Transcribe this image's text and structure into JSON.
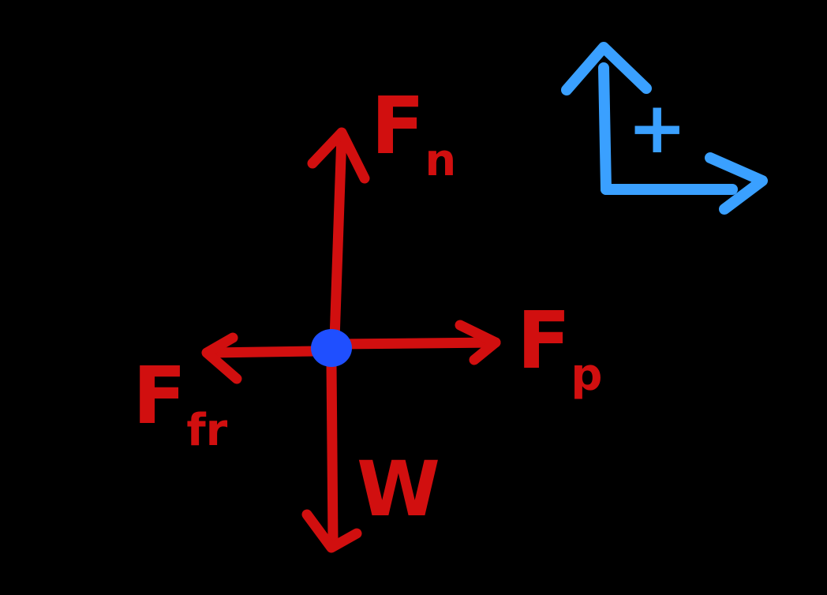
{
  "colors": {
    "background": "#000000",
    "force_color": "#d10f0f",
    "body_dot_color": "#1f4fff",
    "axis_color": "#3aa0ff"
  },
  "labels": {
    "normal_force": {
      "main": "F",
      "sub": "n"
    },
    "applied_force": {
      "main": "F",
      "sub": "p"
    },
    "friction_force": {
      "main": "F",
      "sub": "fr"
    },
    "weight": {
      "main": "W"
    }
  },
  "axes": {
    "positive_sign": "+"
  }
}
